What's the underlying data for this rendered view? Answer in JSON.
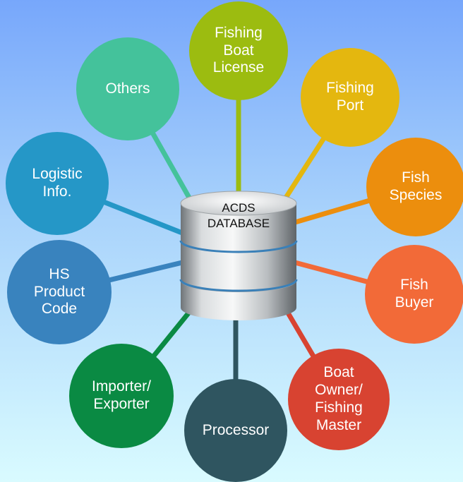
{
  "center": {
    "line1": "ACDS",
    "line2": "DATABASE"
  },
  "nodes": [
    {
      "id": "fishing-boat-license",
      "label": "Fishing\nBoat\nLicense",
      "color": "#9cbc10"
    },
    {
      "id": "fishing-port",
      "label": "Fishing\nPort",
      "color": "#e4b70f"
    },
    {
      "id": "fish-species",
      "label": "Fish\nSpecies",
      "color": "#ec8e0d"
    },
    {
      "id": "fish-buyer",
      "label": "Fish\nBuyer",
      "color": "#f26a38"
    },
    {
      "id": "boat-owner-fishing-master",
      "label": "Boat\nOwner/\nFishing\nMaster",
      "color": "#d84331"
    },
    {
      "id": "processor",
      "label": "Processor",
      "color": "#2f5560"
    },
    {
      "id": "importer-exporter",
      "label": "Importer/\nExporter",
      "color": "#0a8a43"
    },
    {
      "id": "hs-product-code",
      "label": "HS\nProduct\nCode",
      "color": "#3983be"
    },
    {
      "id": "logistic-info",
      "label": "Logistic\nInfo.",
      "color": "#2597c7"
    },
    {
      "id": "others",
      "label": "Others",
      "color": "#44c29b"
    }
  ]
}
